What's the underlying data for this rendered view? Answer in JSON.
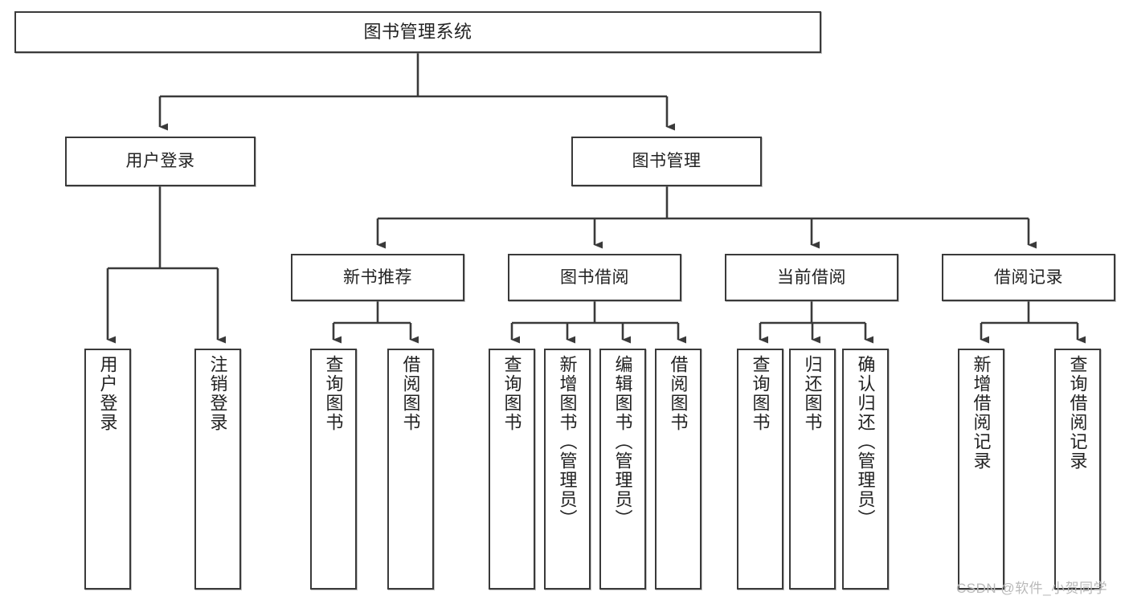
{
  "diagram": {
    "title": "图书管理系统",
    "type": "tree-hierarchy-chart",
    "root": {
      "label": "图书管理系统"
    },
    "level1": [
      {
        "label": "用户登录"
      },
      {
        "label": "图书管理"
      }
    ],
    "level2": [
      {
        "label": "新书推荐"
      },
      {
        "label": "图书借阅"
      },
      {
        "label": "当前借阅"
      },
      {
        "label": "借阅记录"
      }
    ],
    "leaves": {
      "user_login": [
        {
          "label": "用户登录"
        },
        {
          "label": "注销登录"
        }
      ],
      "new_book_recommend": [
        {
          "label": "查询图书"
        },
        {
          "label": "借阅图书"
        }
      ],
      "book_borrow": [
        {
          "label": "查询图书"
        },
        {
          "label": "新增图书（管理员）"
        },
        {
          "label": "编辑图书（管理员）"
        },
        {
          "label": "借阅图书"
        }
      ],
      "current_borrow": [
        {
          "label": "查询图书"
        },
        {
          "label": "归还图书"
        },
        {
          "label": "确认归还（管理员）"
        }
      ],
      "borrow_record": [
        {
          "label": "新增借阅记录"
        },
        {
          "label": "查询借阅记录"
        }
      ]
    }
  },
  "watermark": {
    "text": "CSDN @软件_小贺同学"
  },
  "colors": {
    "border": "#3a3a3a",
    "background": "#ffffff",
    "text": "#222222",
    "watermark": "#b9b9b9"
  }
}
